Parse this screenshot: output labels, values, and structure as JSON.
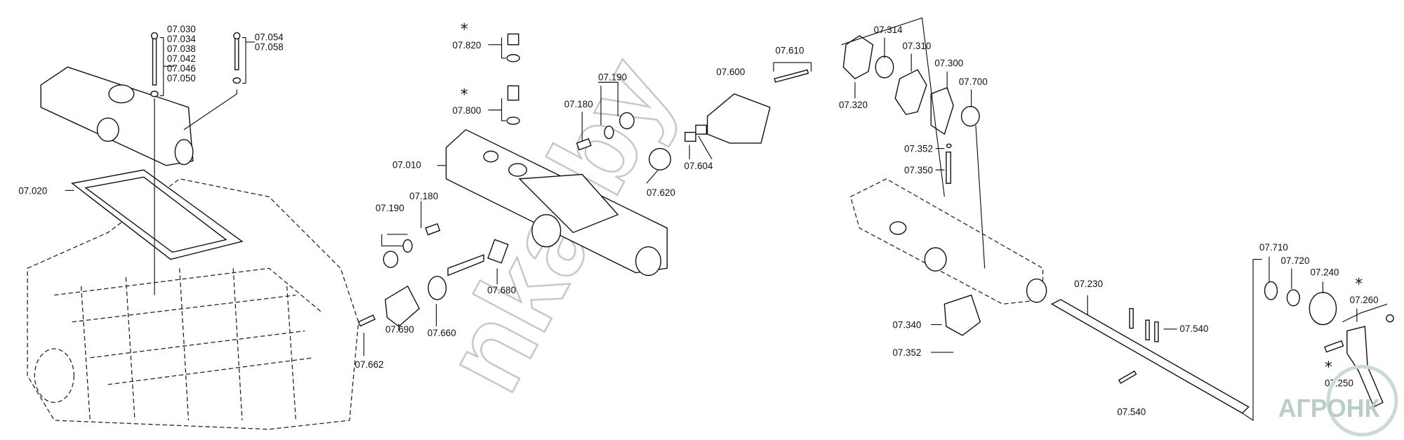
{
  "diagram": {
    "labels": {
      "p07_030": "07.030",
      "p07_034": "07.034",
      "p07_038": "07.038",
      "p07_042": "07.042",
      "p07_046": "07.046",
      "p07_050": "07.050",
      "p07_054": "07.054",
      "p07_058": "07.058",
      "p07_020": "07.020",
      "p07_820": "07.820",
      "p07_800": "07.800",
      "p07_010": "07.010",
      "p07_180a": "07.180",
      "p07_190a": "07.190",
      "p07_180b": "07.180",
      "p07_190b": "07.190",
      "p07_600": "07.600",
      "p07_610": "07.610",
      "p07_604": "07.604",
      "p07_620": "07.620",
      "p07_680": "07.680",
      "p07_660": "07.660",
      "p07_690": "07.690",
      "p07_662": "07.662",
      "p07_314": "07.314",
      "p07_310": "07.310",
      "p07_300": "07.300",
      "p07_700": "07.700",
      "p07_320": "07.320",
      "p07_352a": "07.352",
      "p07_350": "07.350",
      "p07_340": "07.340",
      "p07_352b": "07.352",
      "p07_230": "07.230",
      "p07_540a": "07.540",
      "p07_540b": "07.540",
      "p07_710": "07.710",
      "p07_720": "07.720",
      "p07_240": "07.240",
      "p07_260": "07.260",
      "p07_250": "07.250"
    },
    "asterisk": "*",
    "watermark": "nka.by",
    "logo_text": "АГРОНК"
  }
}
